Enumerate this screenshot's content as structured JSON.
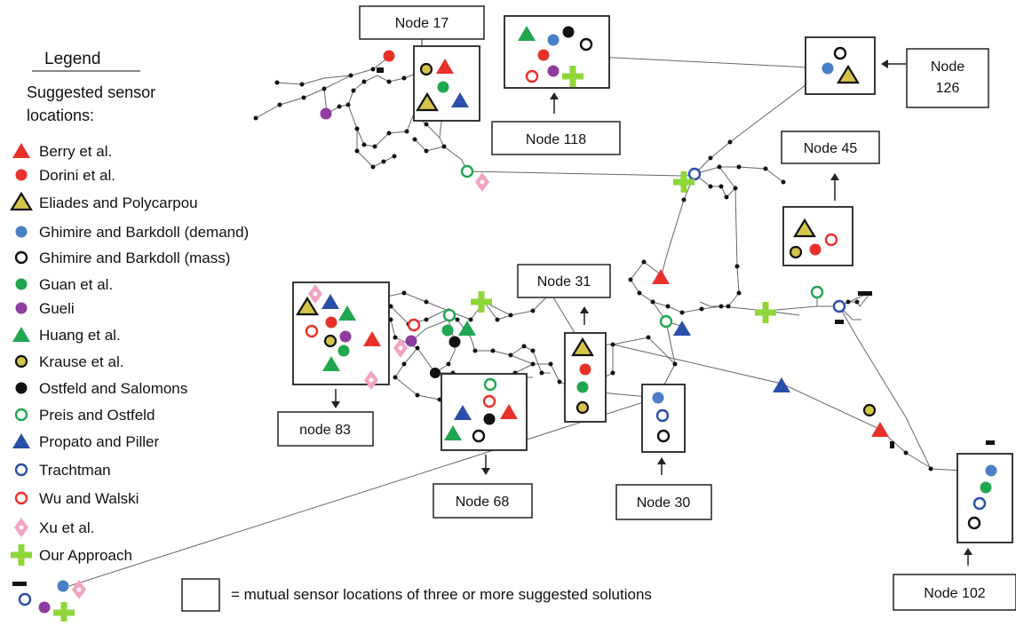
{
  "legend": {
    "title": "Legend",
    "subtitle_line1": "Suggested sensor",
    "subtitle_line2": "locations:",
    "items": [
      {
        "label": "Berry et al.",
        "marker": "triangle-fill",
        "color": "#e8312a"
      },
      {
        "label": "Dorini et al.",
        "marker": "dot",
        "color": "#e8312a"
      },
      {
        "label": "Eliades and Polycarpou",
        "marker": "triangle-outline",
        "color": "#d4c44a"
      },
      {
        "label": "Ghimire and Barkdoll (demand)",
        "marker": "dot",
        "color": "#4a7ec6"
      },
      {
        "label": "Ghimire and Barkdoll (mass)",
        "marker": "ring",
        "color": "#111111"
      },
      {
        "label": "Guan et al.",
        "marker": "dot",
        "color": "#21a650"
      },
      {
        "label": "Gueli",
        "marker": "dot",
        "color": "#8e3c9d"
      },
      {
        "label": "Huang et al.",
        "marker": "triangle-fill",
        "color": "#21a650"
      },
      {
        "label": "Krause et al.",
        "marker": "ring-yellow",
        "color": "#d4c44a"
      },
      {
        "label": "Ostfeld and Salomons",
        "marker": "dot",
        "color": "#111111"
      },
      {
        "label": "Preis and Ostfeld",
        "marker": "ring",
        "color": "#21a650"
      },
      {
        "label": "Propato and Piller",
        "marker": "triangle-fill",
        "color": "#2a4fa8"
      },
      {
        "label": "Trachtman",
        "marker": "ring",
        "color": "#2a4fa8"
      },
      {
        "label": "Wu and Walski",
        "marker": "ring",
        "color": "#e8312a"
      },
      {
        "label": "Xu et al.",
        "marker": "diamond",
        "color": "#f3a3c2"
      },
      {
        "label": "Our Approach",
        "marker": "plus",
        "color": "#8fd63b"
      }
    ]
  },
  "node_labels": {
    "n17": "Node 17",
    "n118": "Node 118",
    "n126_line1": "Node",
    "n126_line2": "126",
    "n45": "Node 45",
    "n31": "Node 31",
    "n83": "node 83",
    "n68": "Node 68",
    "n30": "Node 30",
    "n102": "Node 102"
  },
  "footnote": "= mutual sensor locations of three or more suggested solutions",
  "colors": {
    "red": "#e8312a",
    "blue": "#4a7ec6",
    "darkblue": "#2a4fa8",
    "green": "#21a650",
    "purple": "#8e3c9d",
    "yellow": "#d4c44a",
    "black": "#111111",
    "pink": "#f3a3c2",
    "lime": "#8fd63b"
  }
}
